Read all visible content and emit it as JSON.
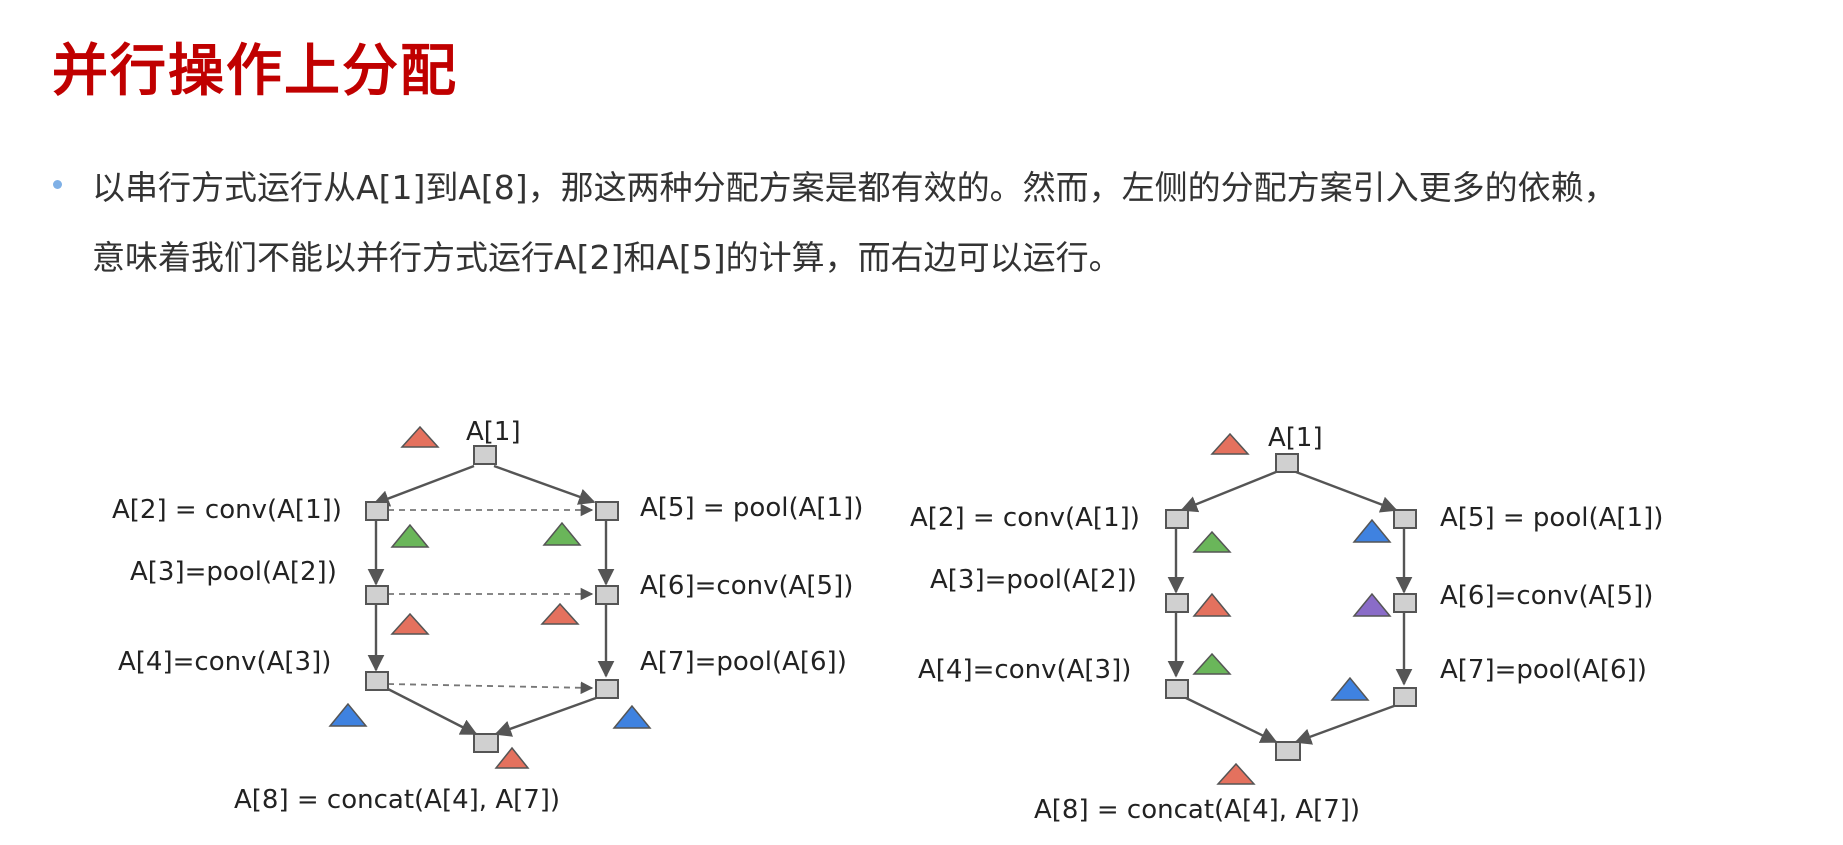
{
  "title": "并行操作上分配",
  "bullet": {
    "line1": "以串行方式运行从A[1]到A[8]，那这两种分配方案是都有效的。然而，左侧的分配方案引入更多的依赖，",
    "line2": "意味着我们不能以并行方式运行A[2]和A[5]的计算，而右边可以运行。"
  },
  "colors": {
    "title": "#c00000",
    "red": "#e4715e",
    "green": "#6ab65a",
    "blue": "#3f82e0",
    "purple": "#8a6cc8"
  },
  "diagrams": {
    "left": {
      "a1": "A[1]",
      "a2": "A[2] = conv(A[1])",
      "a3": "A[3]=pool(A[2])",
      "a4": "A[4]=conv(A[3])",
      "a5": "A[5] = pool(A[1])",
      "a6": "A[6]=conv(A[5])",
      "a7": "A[7]=pool(A[6])",
      "a8": "A[8] = concat(A[4], A[7])"
    },
    "right": {
      "a1": "A[1]",
      "a2": "A[2] = conv(A[1])",
      "a3": "A[3]=pool(A[2])",
      "a4": "A[4]=conv(A[3])",
      "a5": "A[5] = pool(A[1])",
      "a6": "A[6]=conv(A[5])",
      "a7": "A[7]=pool(A[6])",
      "a8": "A[8] = concat(A[4], A[7])"
    }
  }
}
